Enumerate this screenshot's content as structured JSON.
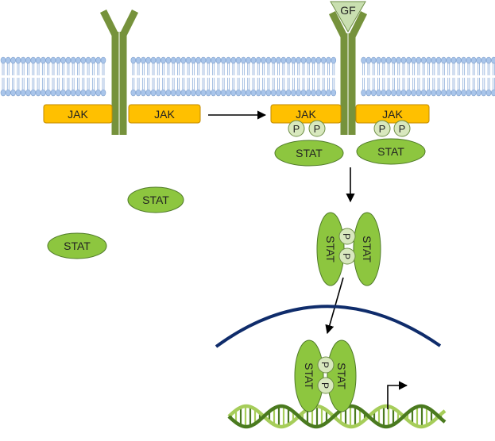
{
  "labels": {
    "jak": "JAK",
    "stat": "STAT",
    "p": "P",
    "gf": "GF"
  },
  "colors": {
    "membrane_head": "#a9c5ea",
    "membrane_head_stroke": "#7e9fcc",
    "membrane_tail": "#9bb7de",
    "receptor": "#76923c",
    "jak_fill": "#ffc000",
    "jak_stroke": "#c08a00",
    "stat_fill": "#8dc63f",
    "stat_stroke": "#4f7a28",
    "phospho_fill": "#d8e8be",
    "phospho_stroke": "#6e8e46",
    "gf_fill": "#c9dfb0",
    "nucleus": "#0f2c6b",
    "dna_a": "#4a7a1f",
    "dna_b": "#a6cd5a",
    "arrow": "#000000"
  },
  "icons": [
    "receptor-icon",
    "growth-factor-icon",
    "membrane-icon",
    "nuclear-envelope-icon",
    "dna-helix-icon",
    "transcription-start-arrow-icon"
  ]
}
